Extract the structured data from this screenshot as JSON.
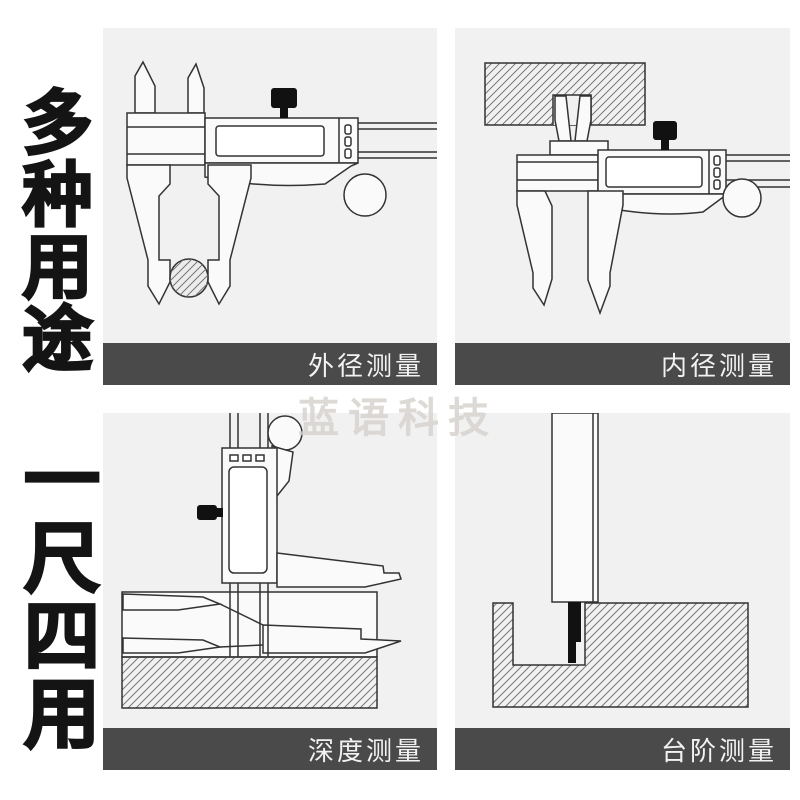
{
  "sidebar": {
    "headline_top": "多种用途",
    "headline_bottom": "一尺四用"
  },
  "panels": [
    {
      "id": "outer-diameter",
      "label": "外径测量"
    },
    {
      "id": "inner-diameter",
      "label": "内径测量"
    },
    {
      "id": "depth",
      "label": "深度测量"
    },
    {
      "id": "step",
      "label": "台阶测量"
    }
  ],
  "watermark": {
    "text": "蓝语科技"
  },
  "colors": {
    "page_bg": "#ffffff",
    "panel_bg": "#f1f1f1",
    "label_bar": "#4a4a4a",
    "label_text": "#f2f2f2",
    "line": "#333333",
    "headline_text": "#141414",
    "watermark_text": "#d5d1cd"
  }
}
